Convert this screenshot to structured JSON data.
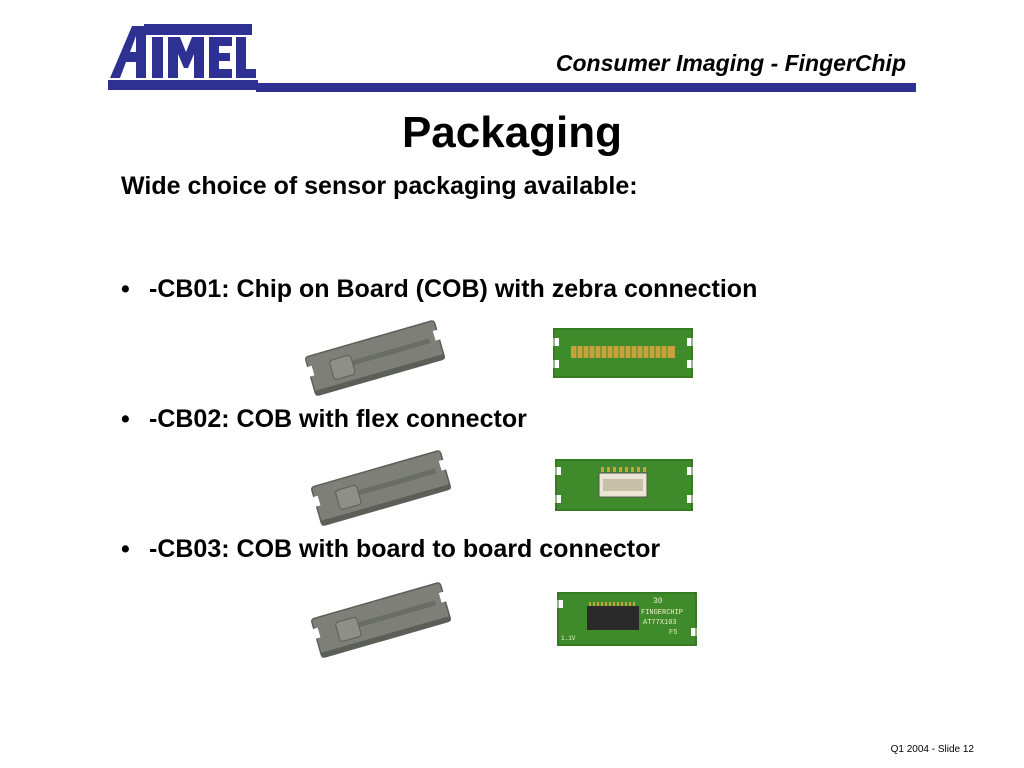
{
  "header": {
    "logo_text": "ATMEL",
    "title": "Consumer Imaging - FingerChip"
  },
  "slide": {
    "title": "Packaging",
    "intro": "Wide choice of sensor packaging available:",
    "bullets": [
      {
        "marker": "•",
        "text": "-CB01: Chip on Board (COB) with zebra connection"
      },
      {
        "marker": "•",
        "text": "-CB02: COB with flex connector"
      },
      {
        "marker": "•",
        "text": "-CB03: COB with board to board connector"
      }
    ]
  },
  "pcb3_labels": {
    "line1": "30",
    "line2": "FINGERCHIP",
    "line3": "AT77X103",
    "line4": "F5",
    "side": "1.1V"
  },
  "footer": {
    "text": "Q1 2004 - Slide 12"
  },
  "colors": {
    "brand": "#2e3192",
    "pcb_green": "#3f8a2a",
    "gold": "#c8a23a",
    "package_gray": "#7d7f78"
  },
  "icons": [
    "atmel-logo",
    "chip-package-image",
    "pcb-board-image"
  ]
}
